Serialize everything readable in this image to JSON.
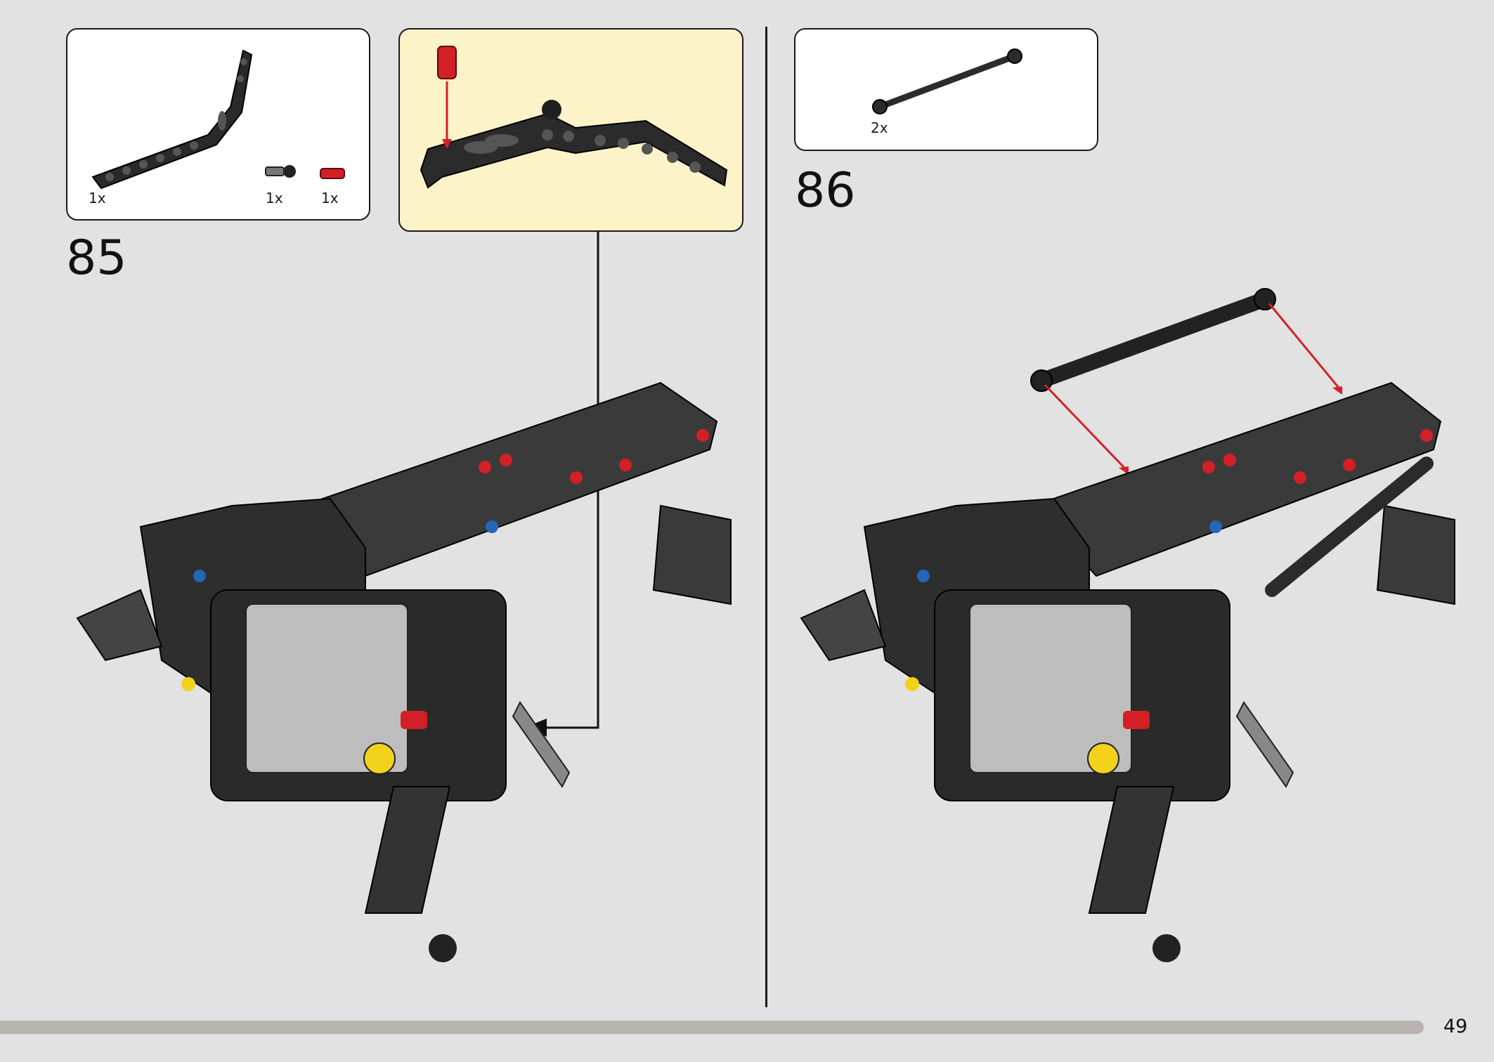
{
  "steps": [
    {
      "number": "85",
      "parts": [
        {
          "qty": "1x",
          "icon": "bent-liftarm-icon"
        },
        {
          "qty": "1x",
          "icon": "axle-pin-ball-icon"
        },
        {
          "qty": "1x",
          "icon": "red-pin-icon"
        }
      ]
    },
    {
      "number": "86",
      "parts": [
        {
          "qty": "2x",
          "icon": "link-rod-icon"
        }
      ]
    }
  ],
  "page_number": "49",
  "progress": 0.953,
  "colors": {
    "background": "#e2e2e2",
    "subassembly_box": "#fcf3c9",
    "callout_arrow": "#d32027",
    "progress_bar": "#b7b3ae"
  }
}
